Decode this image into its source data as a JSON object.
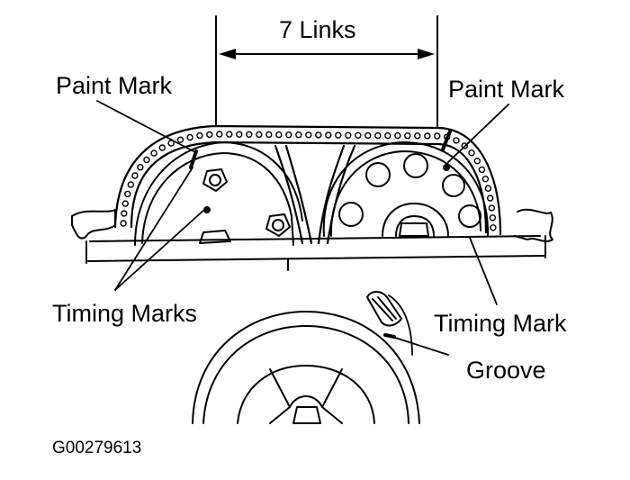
{
  "labels": {
    "links": "7 Links",
    "paint_mark_left": "Paint Mark",
    "paint_mark_right": "Paint Mark",
    "timing_marks": "Timing Marks",
    "timing_mark": "Timing Mark",
    "groove": "Groove",
    "figure_code": "G00279613"
  },
  "colors": {
    "ink": "#000000",
    "paper": "#ffffff"
  }
}
